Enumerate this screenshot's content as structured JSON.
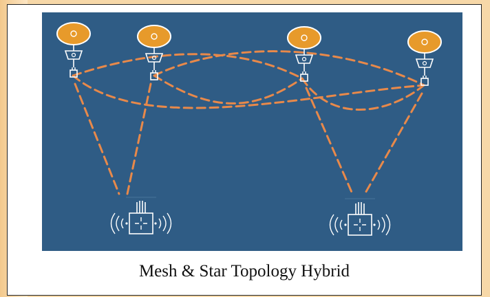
{
  "figure": {
    "caption": "Mesh & Star Topology Hybrid"
  },
  "diagram": {
    "nodes": [
      {
        "id": "end-node-1",
        "icon": "sensor-node-icon"
      },
      {
        "id": "end-node-2",
        "icon": "sensor-node-icon"
      },
      {
        "id": "end-node-3",
        "icon": "sensor-node-icon"
      },
      {
        "id": "end-node-4",
        "icon": "sensor-node-icon"
      },
      {
        "id": "gateway-1",
        "icon": "wireless-router-icon"
      },
      {
        "id": "gateway-2",
        "icon": "wireless-router-icon"
      }
    ],
    "links": [
      {
        "from": "end-node-1",
        "to": "end-node-3",
        "style": "dashed"
      },
      {
        "from": "end-node-1",
        "to": "end-node-4",
        "style": "dashed"
      },
      {
        "from": "end-node-2",
        "to": "end-node-3",
        "style": "dashed"
      },
      {
        "from": "end-node-2",
        "to": "end-node-4",
        "style": "dashed"
      },
      {
        "from": "end-node-3",
        "to": "end-node-4",
        "style": "dashed"
      },
      {
        "from": "end-node-1",
        "to": "gateway-1",
        "style": "dashed"
      },
      {
        "from": "end-node-2",
        "to": "gateway-1",
        "style": "dashed"
      },
      {
        "from": "end-node-3",
        "to": "gateway-2",
        "style": "dashed"
      },
      {
        "from": "end-node-4",
        "to": "gateway-2",
        "style": "dashed"
      }
    ]
  },
  "colors": {
    "panel_background": "#2f5c85",
    "link": "#e8894a",
    "node_fill": "#e79a2b",
    "outline": "#ffffff"
  }
}
